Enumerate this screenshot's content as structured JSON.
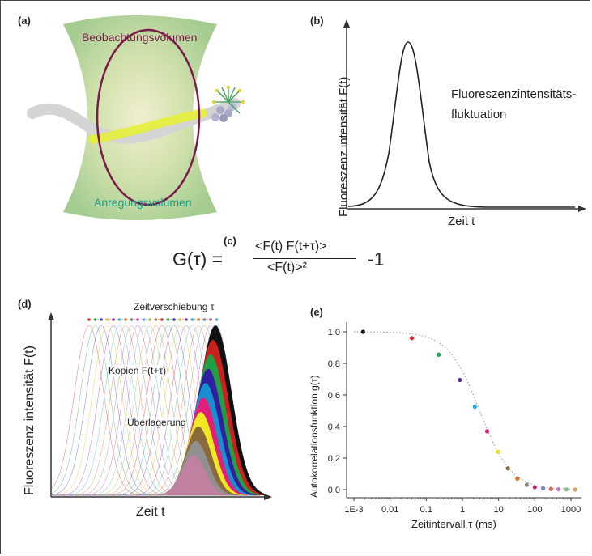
{
  "panels": {
    "a": {
      "label": "(a)",
      "observation_volume": "Beobachtungsvolumen",
      "excitation_volume": "Anregungsvolumen"
    },
    "b": {
      "label": "(b)",
      "ylabel": "Fluoreszenz intensität F(t)",
      "xlabel": "Zeit t",
      "annotation_line1": "Fluoreszenzintensitäts-",
      "annotation_line2": "fluktuation"
    },
    "c": {
      "label": "(c)",
      "lhs": "G(τ) =",
      "numerator": "<F(t) F(t+τ)>",
      "denominator": "<F(t)>²",
      "minus_one": "-1"
    },
    "d": {
      "label": "(d)",
      "ylabel": "Fluoreszenz intensität F(t)",
      "xlabel": "Zeit t",
      "shift_label": "Zeitverschiebung τ",
      "copies_label": "Kopien F(t+τ)",
      "overlay_label": "Überlagerung"
    },
    "e": {
      "label": "(e)"
    }
  },
  "chart_data": {
    "type": "scatter",
    "xlabel": "Zeitintervall τ (ms)",
    "ylabel": "Autokorrelationsfunktion g(τ)",
    "xscale": "log",
    "xlim": [
      0.001,
      1000
    ],
    "ylim": [
      0.0,
      1.0
    ],
    "xtick_labels": [
      "1E-3",
      "0.01",
      "0.1",
      "1",
      "10",
      "100",
      "1000"
    ],
    "xticks": [
      0.001,
      0.01,
      0.1,
      1,
      10,
      100,
      1000
    ],
    "ytick_labels": [
      "0.0",
      "0.2",
      "0.4",
      "0.6",
      "0.8",
      "1.0"
    ],
    "yticks": [
      0,
      0.2,
      0.4,
      0.6,
      0.8,
      1.0
    ],
    "fit_line": "dotted",
    "points": [
      {
        "x": 0.0018,
        "y": 1.0,
        "color": "#111111"
      },
      {
        "x": 0.04,
        "y": 0.96,
        "color": "#e02424"
      },
      {
        "x": 0.22,
        "y": 0.855,
        "color": "#1aa34a"
      },
      {
        "x": 0.85,
        "y": 0.695,
        "color": "#5a2ca0"
      },
      {
        "x": 2.2,
        "y": 0.525,
        "color": "#2aa8e0"
      },
      {
        "x": 4.8,
        "y": 0.37,
        "color": "#e0247a"
      },
      {
        "x": 9.5,
        "y": 0.24,
        "color": "#f0e020"
      },
      {
        "x": 18,
        "y": 0.135,
        "color": "#8a6a3a"
      },
      {
        "x": 33,
        "y": 0.07,
        "color": "#e06a20"
      },
      {
        "x": 60,
        "y": 0.03,
        "color": "#8a8a8a"
      },
      {
        "x": 100,
        "y": 0.015,
        "color": "#c03070"
      },
      {
        "x": 170,
        "y": 0.008,
        "color": "#7080d0"
      },
      {
        "x": 280,
        "y": 0.004,
        "color": "#d06060"
      },
      {
        "x": 450,
        "y": 0.002,
        "color": "#c080c0"
      },
      {
        "x": 750,
        "y": 0.001,
        "color": "#80c080"
      },
      {
        "x": 1300,
        "y": 0.0,
        "color": "#d0a060"
      }
    ]
  }
}
